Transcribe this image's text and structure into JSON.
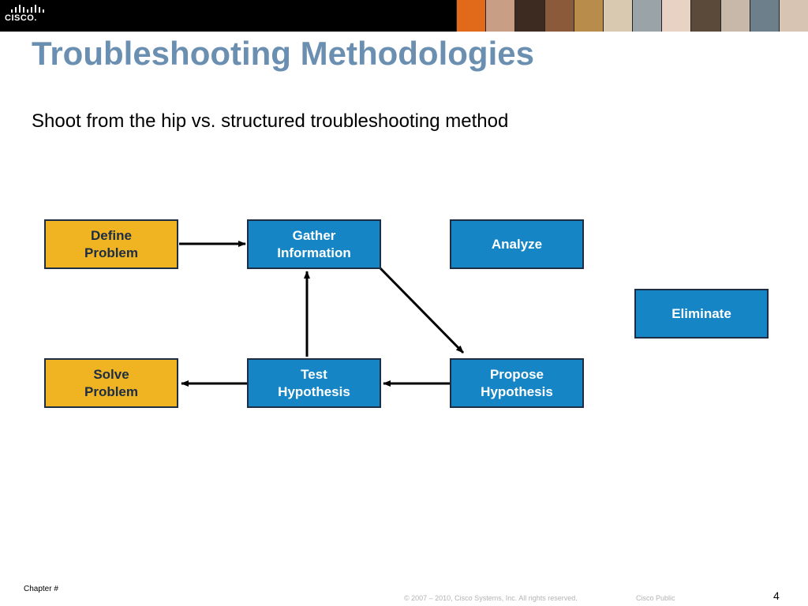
{
  "header": {
    "logo_text": "CISCO.",
    "photo_tile_colors": [
      "#e06a1a",
      "#c89e84",
      "#3d2b22",
      "#8a5a3a",
      "#b88c4a",
      "#d9c9b0",
      "#9aa3a8",
      "#e7d2c3",
      "#5b4a3a",
      "#c7b8aa",
      "#6e7f8c",
      "#d8c4b2"
    ]
  },
  "slide": {
    "title": "Troubleshooting Methodologies",
    "subtitle": "Shoot from the hip vs. structured troubleshooting method"
  },
  "diagram": {
    "colors": {
      "blue": "#1585c6",
      "gold": "#f0b423",
      "border": "#1d2d44",
      "arrow": "#000000"
    },
    "boxes": {
      "define": "Define\nProblem",
      "gather": "Gather\nInformation",
      "analyze": "Analyze",
      "eliminate": "Eliminate",
      "solve": "Solve\nProblem",
      "test": "Test\nHypothesis",
      "propose": "Propose\nHypothesis"
    }
  },
  "footer": {
    "chapter": "Chapter #",
    "copyright": "© 2007 – 2010, Cisco Systems, Inc. All rights reserved.",
    "classification": "Cisco Public",
    "page_number": "4"
  }
}
